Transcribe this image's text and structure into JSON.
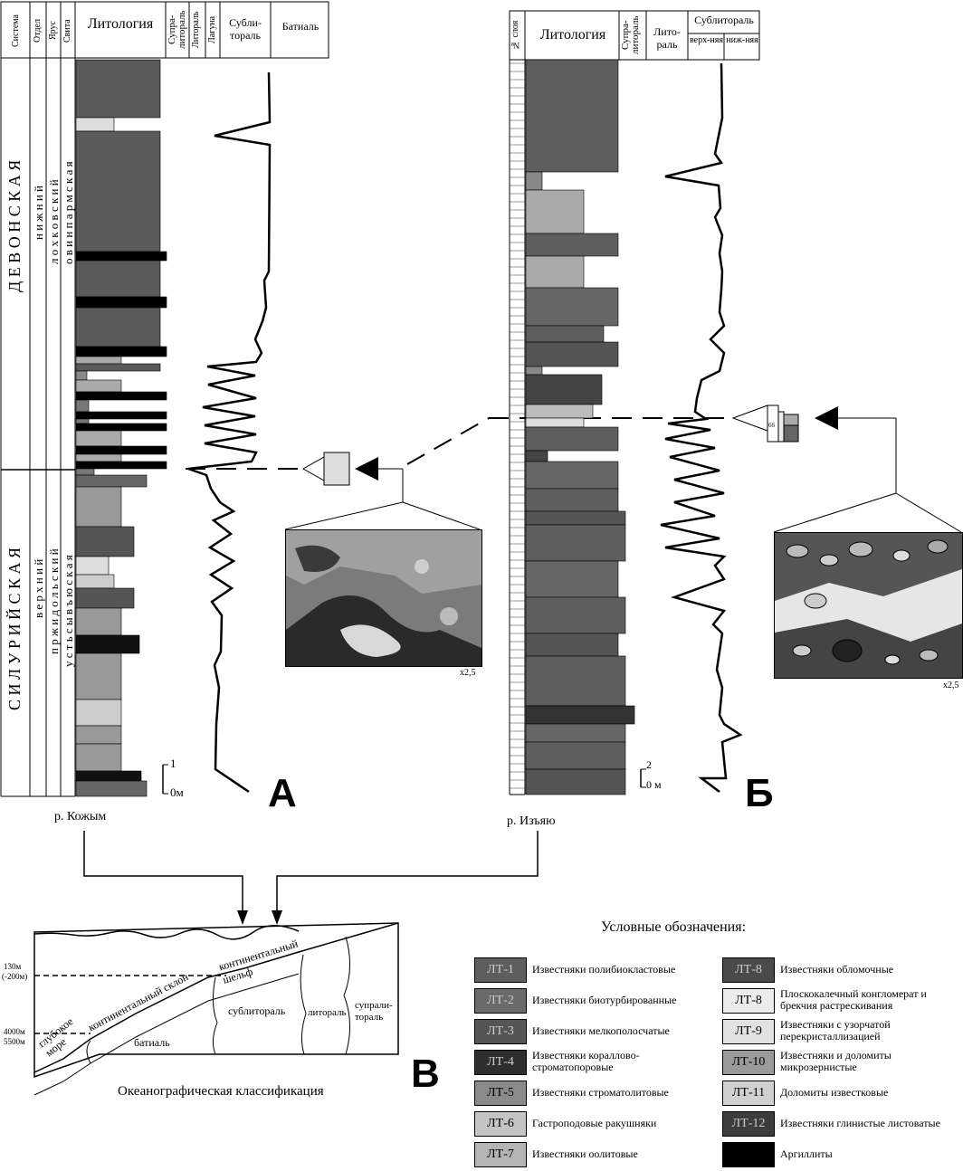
{
  "column_a": {
    "headers": {
      "system": "Система",
      "department": "Отдел",
      "stage": "Ярус",
      "suite": "Свита",
      "lithology": "Литология",
      "supralittoral": "Супра-литораль",
      "littoral": "Литораль",
      "lagoon": "Лагуна",
      "sublittoral": "Субли-тораль",
      "bathyal": "Батиаль"
    },
    "devonian": "Д Е В О Н С К А Я",
    "silurian": "С И Л У Р И Й С К А Я",
    "lower": "н и ж н и й",
    "upper": "в е р х н и й",
    "lochkovian": "л о х к о в с к и й",
    "pridoli": "п р ж и д о л ь с к и й",
    "ovinparma": "о в и н п а р м с к а я",
    "ustsyvyu": "у с т ь с ы в ъ ю с к а я",
    "scale_top": "1",
    "scale_bottom": "0м",
    "letter": "А",
    "river": "р. Кожым"
  },
  "column_b": {
    "headers": {
      "layer_no": "№ слоя",
      "lithology": "Литология",
      "supralittoral": "Супра-литораль",
      "littoral": "Лито-раль",
      "sublittoral": "Сублитораль",
      "upper": "верх-няя",
      "lower": "ниж-няя"
    },
    "scale_top": "2",
    "scale_bottom": "0 м",
    "letter": "Б",
    "river": "р. Изъяю",
    "marker": "66"
  },
  "photos": {
    "magnification_a": "х2,5",
    "magnification_b": "х2,5"
  },
  "profile": {
    "depth_130": "130м",
    "depth_200": "(-200м)",
    "depth_4000": "4000м",
    "depth_5500": "5500м",
    "deep_sea": "глубокое море",
    "slope": "континентальный склон",
    "shelf": "континентальный шельф",
    "bathyal": "батиаль",
    "sublittoral": "сублитораль",
    "littoral": "литораль",
    "supralittoral": "супрали-тораль",
    "letter": "В",
    "caption": "Океанографическая классификация"
  },
  "legend": {
    "title": "Условные обозначения:",
    "items": [
      {
        "code": "ЛТ-1",
        "label": "Известняки полибиокластовые",
        "color": "#5e5e5e"
      },
      {
        "code": "ЛТ-2",
        "label": "Известняки биотурбированные",
        "color": "#6a6a6a"
      },
      {
        "code": "ЛТ-3",
        "label": "Известняки мелкополосчатые",
        "color": "#555555"
      },
      {
        "code": "ЛТ-4",
        "label": "Известняки кораллово-строматопоровые",
        "color": "#2e2e2e"
      },
      {
        "code": "ЛТ-5",
        "label": "Известняки строматолитовые",
        "color": "#8a8a8a"
      },
      {
        "code": "ЛТ-6",
        "label": "Гастроподовые ракушняки",
        "color": "#c4c4c4"
      },
      {
        "code": "ЛТ-7",
        "label": "Известняки оолитовые",
        "color": "#b4b4b4"
      },
      {
        "code": "ЛТ-8",
        "label": "Известняки обломочные",
        "color": "#4a4a4a"
      },
      {
        "code": "ЛТ-8",
        "label": "Плоскокалечный конгломерат и брекчия растрескивания",
        "color": "#ececec"
      },
      {
        "code": "ЛТ-9",
        "label": "Известняки с узорчатой перекристаллизацией",
        "color": "#e2e2e2"
      },
      {
        "code": "ЛТ-10",
        "label": "Известняки и доломиты микрозернистые",
        "color": "#9a9a9a"
      },
      {
        "code": "ЛТ-11",
        "label": "Доломиты известковые",
        "color": "#d0d0d0"
      },
      {
        "code": "ЛТ-12",
        "label": "Известняки глинистые листоватые",
        "color": "#3c3c3c"
      },
      {
        "code": "",
        "label": "Аргиллиты",
        "color": "#000000"
      }
    ]
  }
}
